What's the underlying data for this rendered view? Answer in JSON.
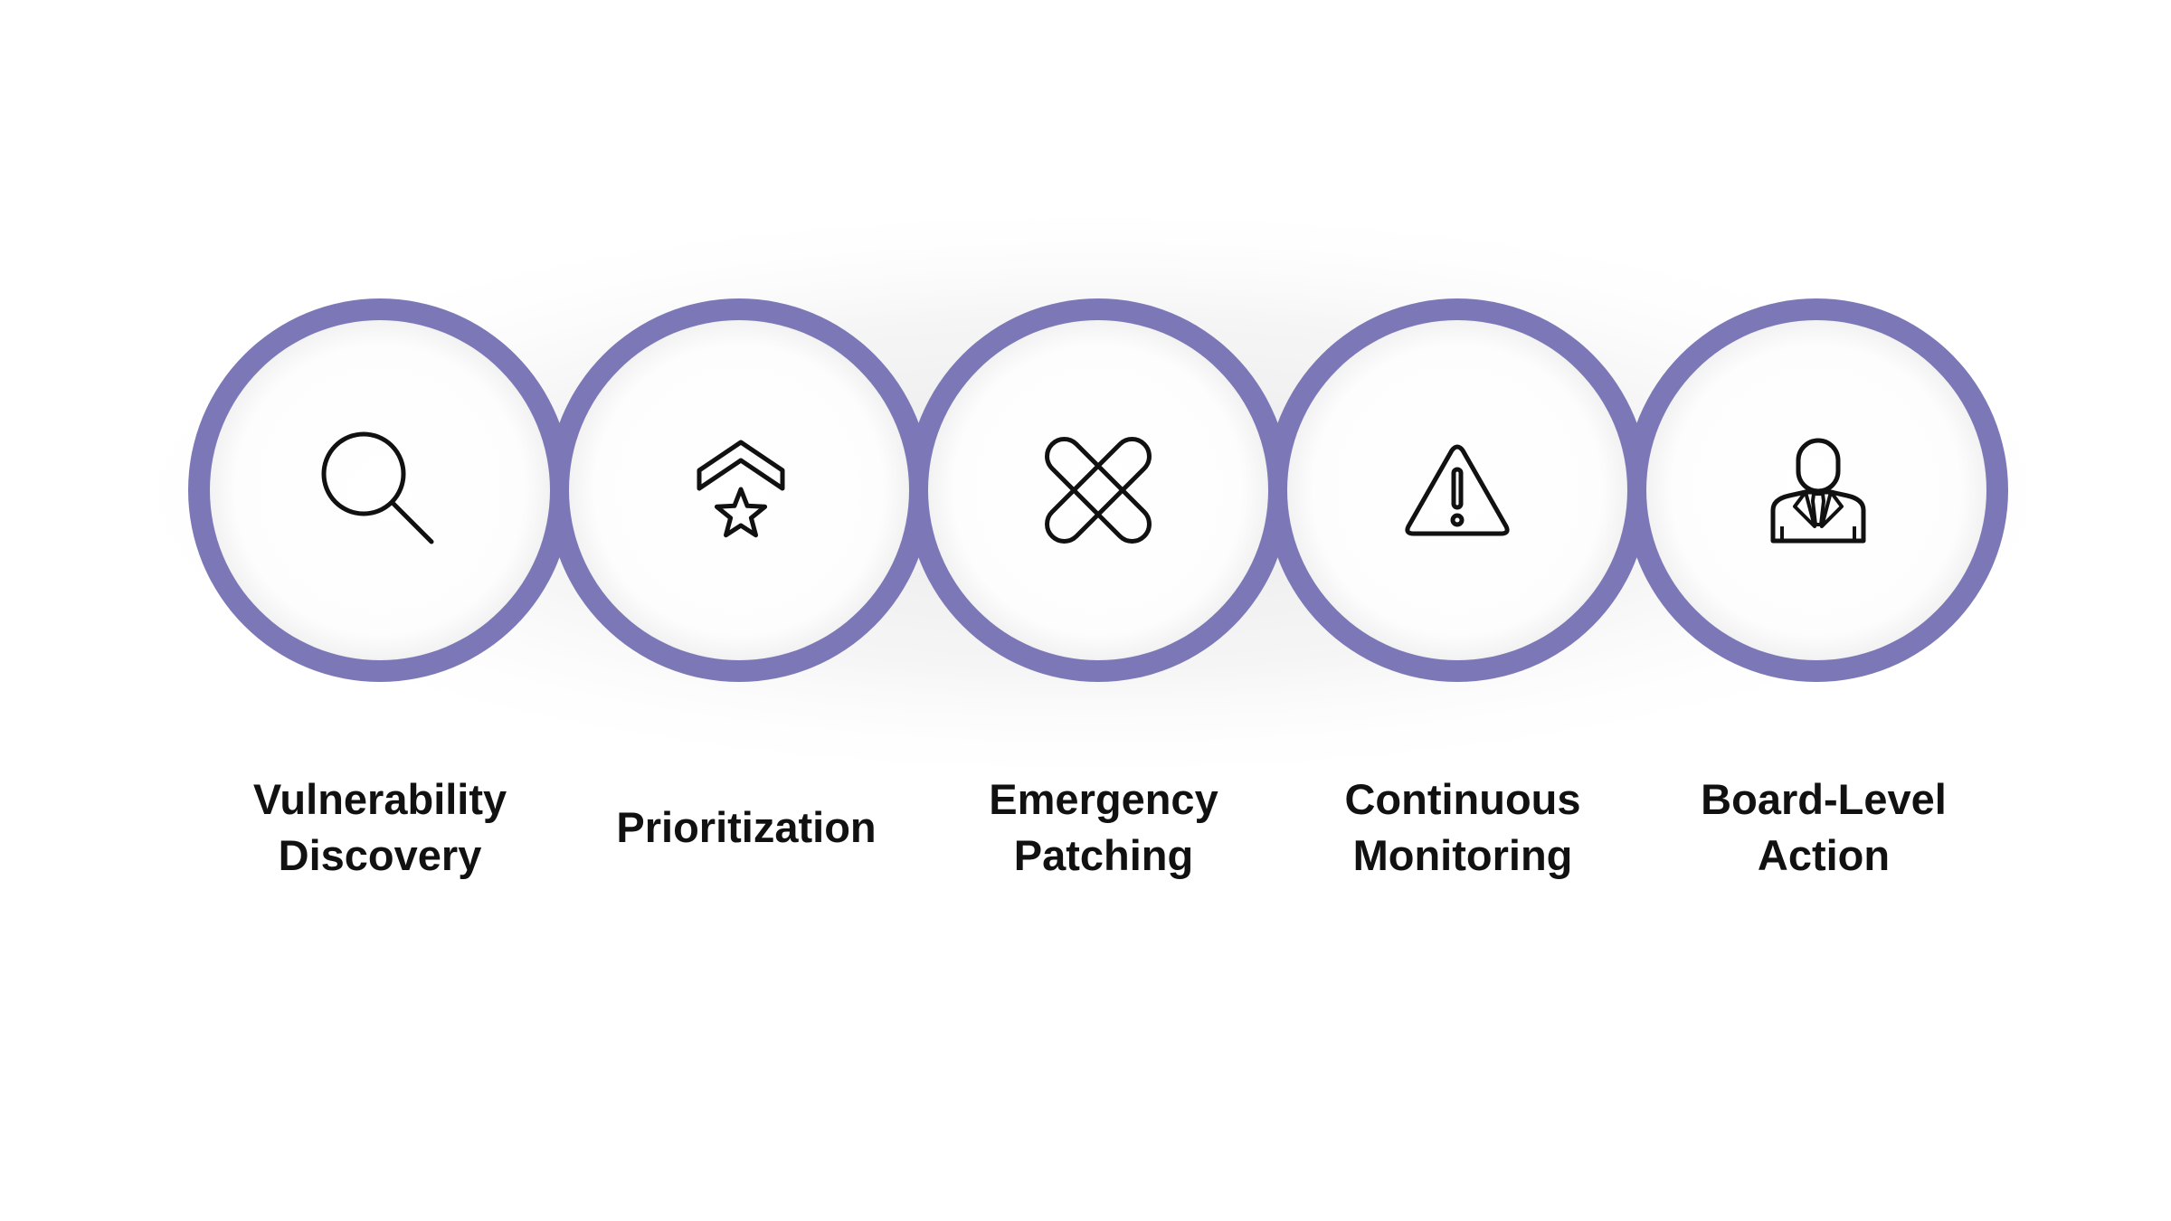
{
  "diagram": {
    "ring_color": "#7c78b8",
    "icon_color": "#111111",
    "background": "#ffffff",
    "steps": [
      {
        "label": "Vulnerability\nDiscovery",
        "icon": "magnifying-glass-icon"
      },
      {
        "label": "Prioritization",
        "icon": "chevron-star-icon"
      },
      {
        "label": "Emergency\nPatching",
        "icon": "crossed-bandages-icon"
      },
      {
        "label": "Continuous\nMonitoring",
        "icon": "warning-triangle-icon"
      },
      {
        "label": "Board-Level\nAction",
        "icon": "businessman-icon"
      }
    ]
  }
}
